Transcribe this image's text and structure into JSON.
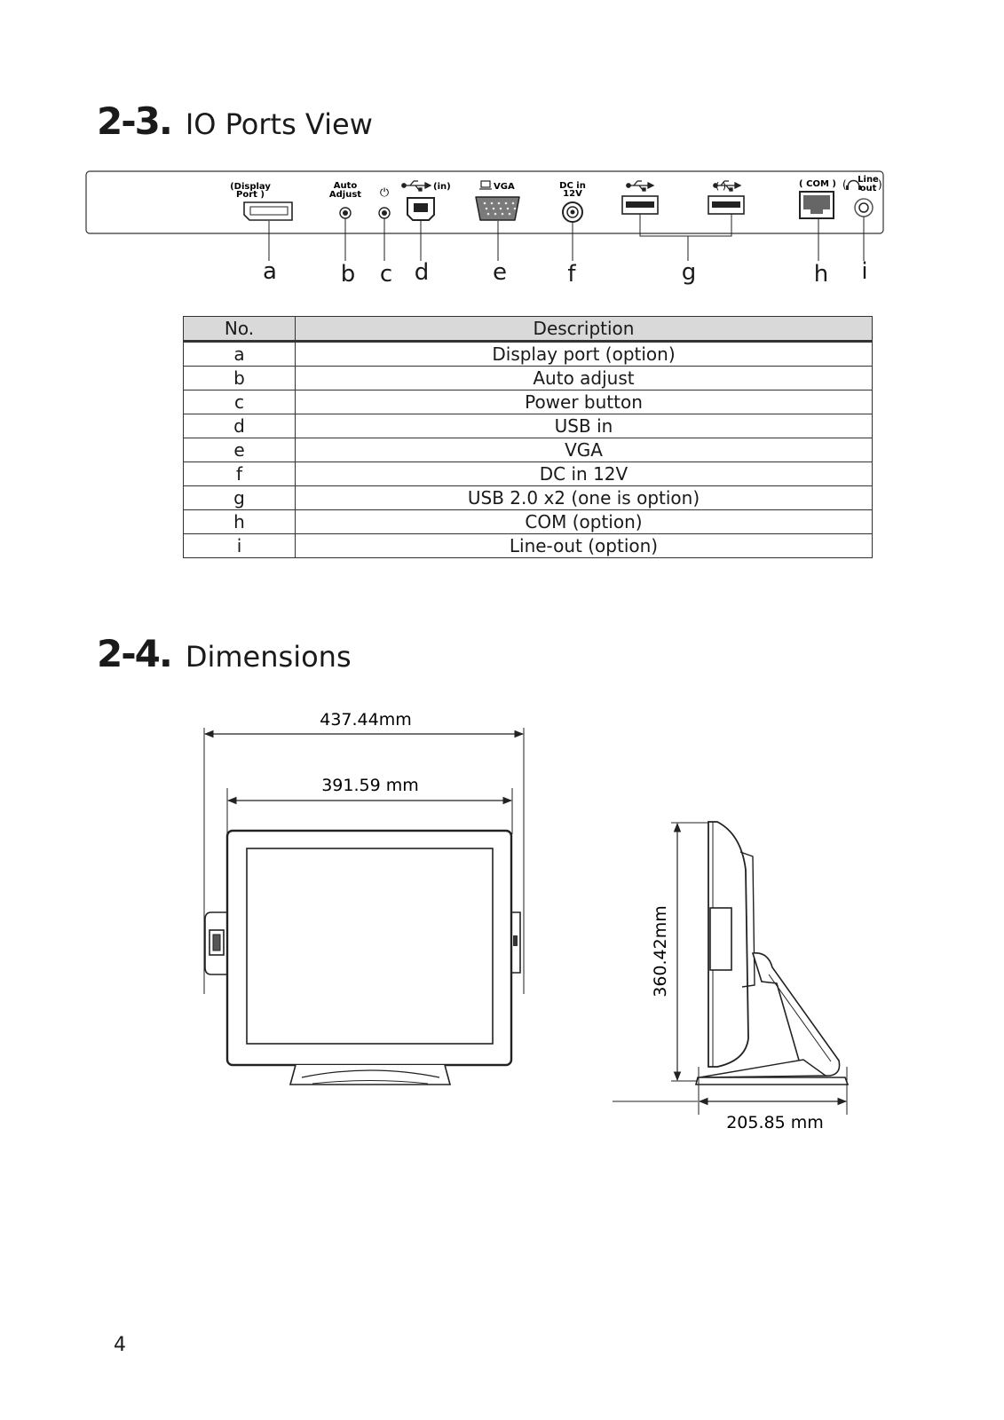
{
  "sections": {
    "io": {
      "number": "2-3.",
      "title": "IO Ports View"
    },
    "dimensions": {
      "number": "2-4.",
      "title": "Dimensions"
    }
  },
  "panel": {
    "ports": [
      {
        "letter": "a",
        "label": [
          "(Display",
          "Port )"
        ],
        "icon": "displayport-connector-icon"
      },
      {
        "letter": "b",
        "label": [
          "Auto",
          "Adjust"
        ],
        "icon": "pinhole-jack-icon"
      },
      {
        "letter": "c",
        "label": [
          "⏻"
        ],
        "icon": "power-button-icon"
      },
      {
        "letter": "d",
        "label": [
          "(in)"
        ],
        "icon": "usb-type-b-icon"
      },
      {
        "letter": "e",
        "label": [
          "VGA"
        ],
        "icon": "vga-connector-icon"
      },
      {
        "letter": "f",
        "label": [
          "DC in",
          "12V"
        ],
        "icon": "dc-jack-icon"
      },
      {
        "letter": "g",
        "label": [
          "( )"
        ],
        "icon": "usb-type-a-icon"
      },
      {
        "letter": "h",
        "label": [
          "( COM )"
        ],
        "icon": "com-port-icon"
      },
      {
        "letter": "i",
        "label": [
          "Line",
          "out"
        ],
        "icon": "line-out-jack-icon"
      }
    ]
  },
  "table": {
    "headers": [
      "No.",
      "Description"
    ],
    "rows": [
      [
        "a",
        "Display port (option)"
      ],
      [
        "b",
        "Auto adjust"
      ],
      [
        "c",
        "Power button"
      ],
      [
        "d",
        "USB in"
      ],
      [
        "e",
        "VGA"
      ],
      [
        "f",
        "DC in 12V"
      ],
      [
        "g",
        "USB 2.0 x2 (one is option)"
      ],
      [
        "h",
        "COM  (option)"
      ],
      [
        "i",
        "Line-out (option)"
      ]
    ]
  },
  "dimensions": {
    "overall_width": "437.44mm",
    "panel_width": "391.59 mm",
    "height": "360.42mm",
    "depth": "205.85 mm"
  },
  "page_number": "4"
}
